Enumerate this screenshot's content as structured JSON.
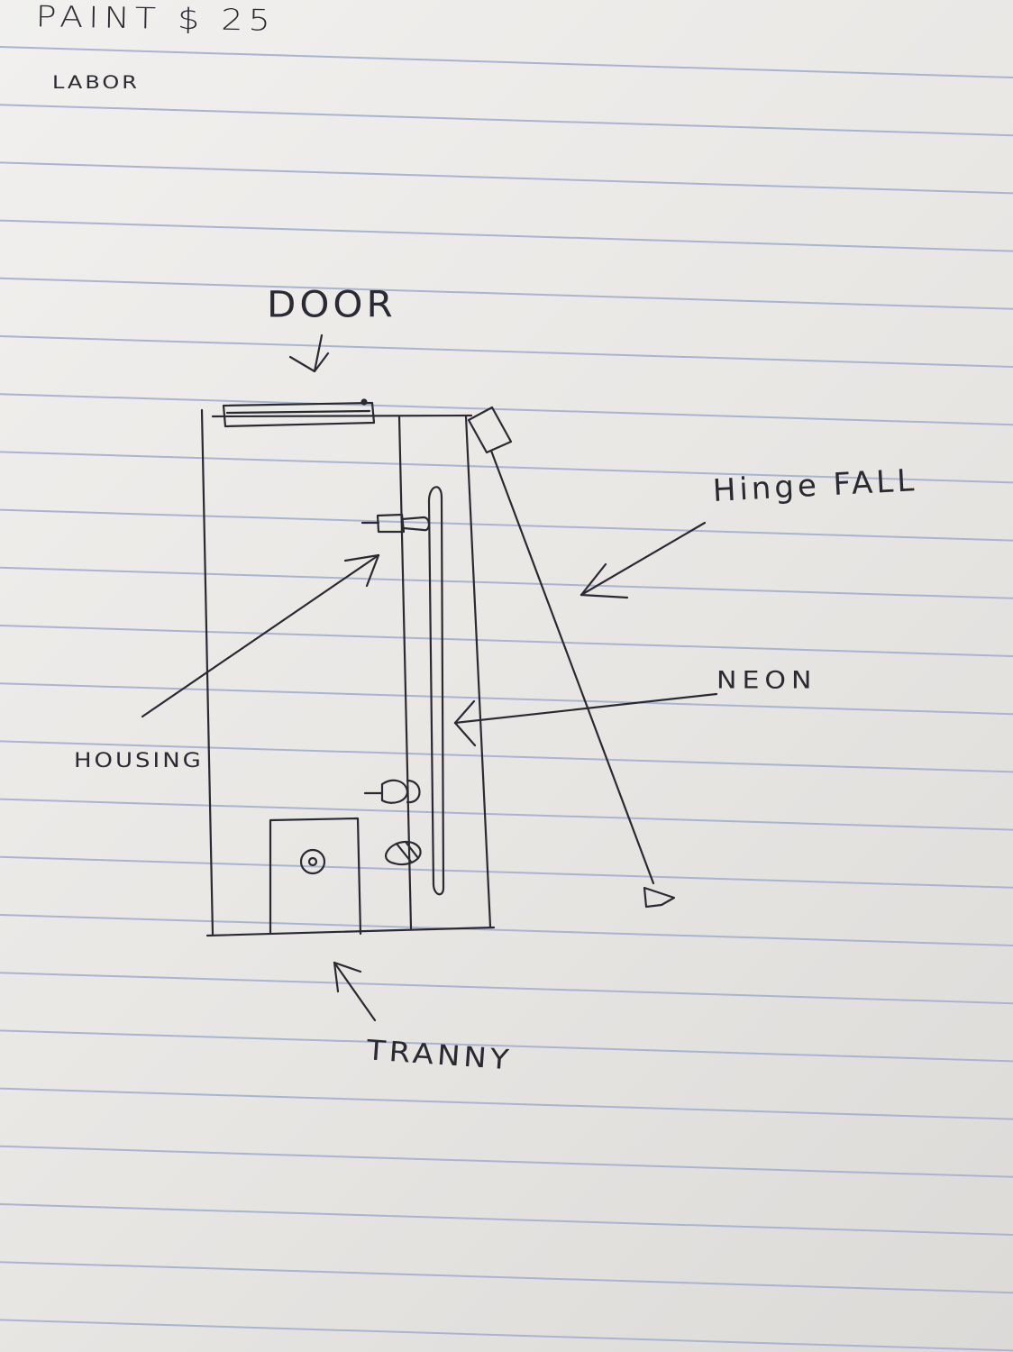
{
  "notes": {
    "line1": "PAINT  $ 25",
    "line2": "LABOR"
  },
  "labels": {
    "door": "DOOR",
    "hinge": "Hinge FALL",
    "neon": "NEON",
    "housing": "HOUSING",
    "tranny": "TRANNY"
  },
  "colors": {
    "ink": "#2a2a33",
    "rule_line": "#a9b4d2",
    "paper": "#eeece9"
  }
}
